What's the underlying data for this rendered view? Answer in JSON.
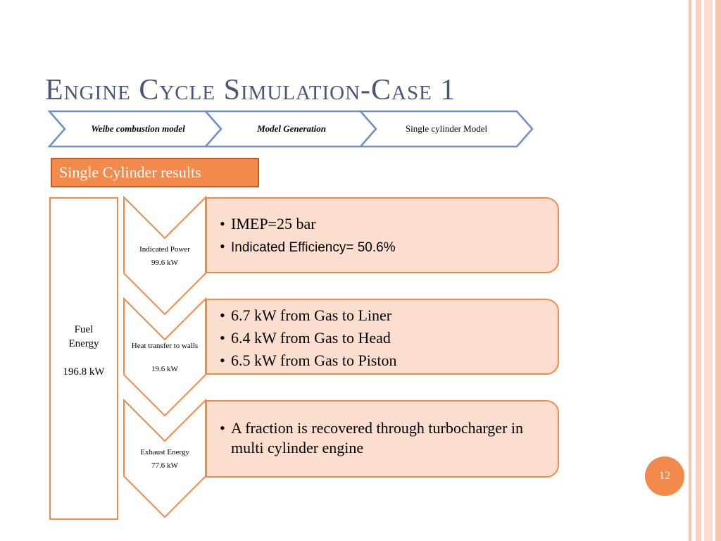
{
  "title": "Engine Cycle Simulation-Case 1",
  "steps": [
    {
      "label": "Weibe combustion model"
    },
    {
      "label": "Model Generation"
    },
    {
      "label": "Single cylinder Model"
    }
  ],
  "results_label": "Single Cylinder results",
  "fuel": {
    "line1": "Fuel",
    "line2": "Energy",
    "value": "196.8 kW"
  },
  "rows": [
    {
      "label": "Indicated Power",
      "value": "99.6 kW",
      "bullets": [
        "IMEP=25 bar",
        "Indicated Efficiency= 50.6%"
      ]
    },
    {
      "label": "Heat transfer to walls",
      "value": "19.6 kW",
      "bullets": [
        "6.7 kW from Gas to Liner",
        "6.4 kW from Gas to Head",
        "6.5 kW from Gas to Piston"
      ]
    },
    {
      "label": "Exhaust Energy",
      "value": "77.6 kW",
      "bullets": [
        "A fraction is recovered through turbocharger in multi cylinder engine"
      ]
    }
  ],
  "bullet_char": "•",
  "page_number": "12",
  "colors": {
    "accent": "#f28a4b",
    "accent_border": "#f0894a",
    "detail_fill": "#fcded0",
    "title": "#4a5578",
    "chevron_border": "#6f8fc9"
  }
}
